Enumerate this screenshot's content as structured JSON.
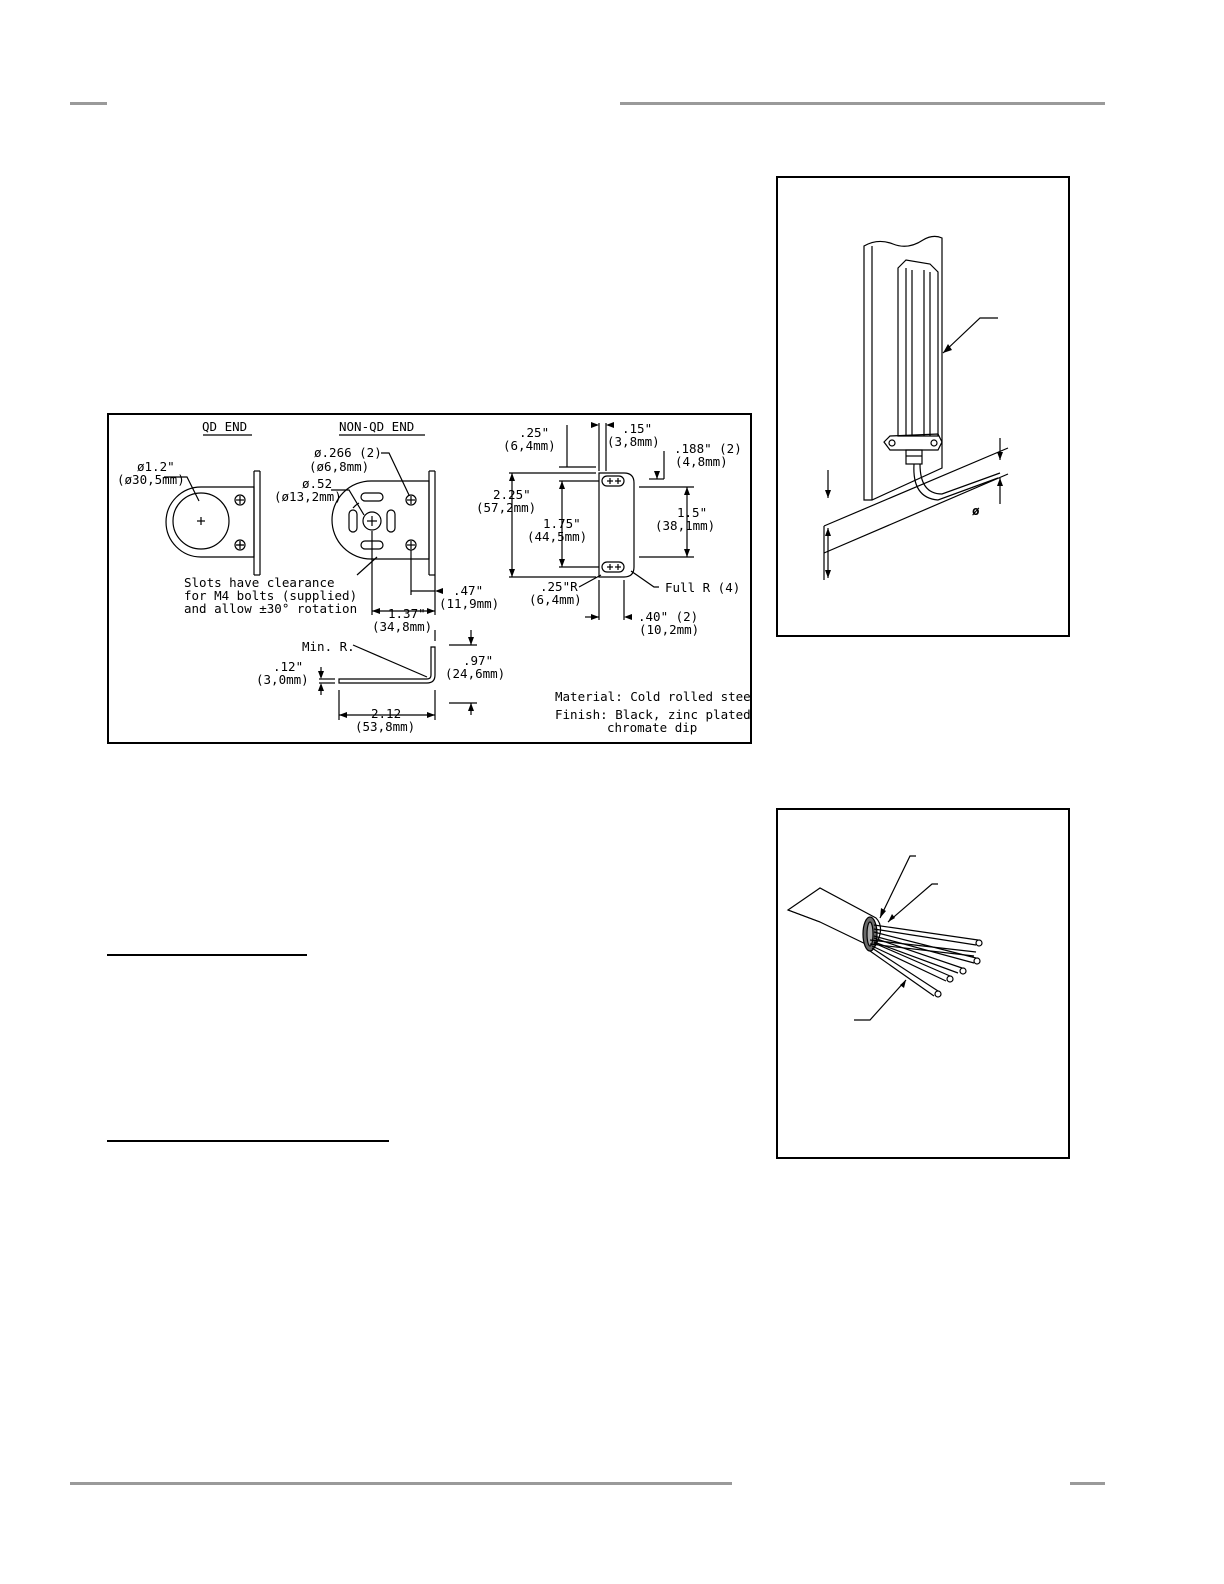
{
  "drawing": {
    "qd_end_title": "QD END",
    "non_qd_end_title": "NON-QD END",
    "dia_1_2": "ø1.2\"",
    "dia_1_2_mm": "(ø30,5mm)",
    "dia_266": "ø.266 (2)",
    "dia_266_mm": "(ø6,8mm)",
    "dia_52": "ø.52",
    "dia_52_mm": "(ø13,2mm)",
    "slots_note_1": "Slots have clearance",
    "slots_note_2": "for M4 bolts (supplied)",
    "slots_note_3": "and allow ±30° rotation",
    "d_47": ".47\"",
    "d_47_mm": "(11,9mm)",
    "d_137": "1.37\"",
    "d_137_mm": "(34,8mm)",
    "d_25_top": ".25\"",
    "d_25_top_mm": "(6,4mm)",
    "d_15": ".15\"",
    "d_15_mm": "(3,8mm)",
    "d_188": ".188\" (2)",
    "d_188_mm": "(4,8mm)",
    "d_225": "2.25\"",
    "d_225_mm": "(57,2mm)",
    "d_175": "1.75\"",
    "d_175_mm": "(44,5mm)",
    "d_15b": "1.5\"",
    "d_15b_mm": "(38,1mm)",
    "d_25r": ".25\"R",
    "d_25r_mm": "(6,4mm)",
    "full_r": "Full R (4)",
    "d_40": ".40\" (2)",
    "d_40_mm": "(10,2mm)",
    "min_r": "Min. R.",
    "d_12": ".12\"",
    "d_12_mm": "(3,0mm)",
    "d_97": ".97\"",
    "d_97_mm": "(24,6mm)",
    "d_212": "2.12",
    "d_212_mm": "(53,8mm)",
    "material": "Material: Cold rolled steel",
    "finish_1": "Finish: Black, zinc plated,",
    "finish_2": "chromate dip"
  },
  "mount_figure": {
    "dia_symbol": "ø"
  }
}
